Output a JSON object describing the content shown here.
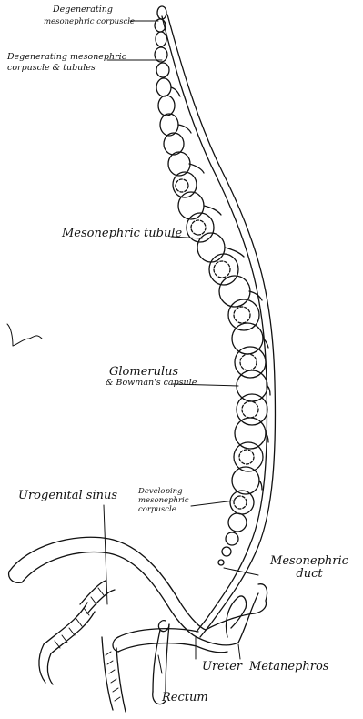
{
  "figure": {
    "labels": {
      "degenerating_corpuscle_1": "Degenerating",
      "degenerating_corpuscle_2": "mesonephric corpuscle",
      "degenerating_tubules_1": "Degenerating mesonephric",
      "degenerating_tubules_2": "corpuscle & tubules",
      "mesonephric_tubule": "Mesonephric tubule",
      "glomerulus_1": "Glomerulus",
      "glomerulus_2": "& Bowman's capsule",
      "urogenital_sinus": "Urogenital sinus",
      "developing_1": "Developing",
      "developing_2": "mesonephric",
      "developing_3": "corpuscle",
      "mesonephric_duct_1": "Mesonephric",
      "mesonephric_duct_2": "duct",
      "ureter": "Ureter",
      "metanephros": "Metanephros",
      "rectum": "Rectum"
    },
    "colors": {
      "ink": "#111111",
      "paper": "#ffffff"
    }
  }
}
